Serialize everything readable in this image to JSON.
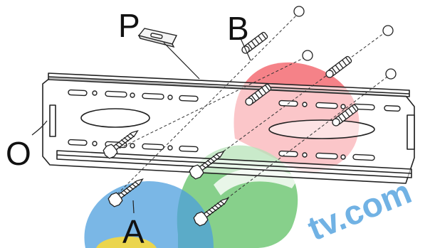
{
  "labels": {
    "p": "P",
    "b": "B",
    "o": "O",
    "a": "A"
  },
  "watermark": {
    "text": "tv.com",
    "colors": {
      "red": "#ef3b44",
      "green": "#43b649",
      "blue": "#2f8fd8",
      "yellow": "#f6d21b"
    }
  },
  "colors": {
    "line": "#222222",
    "fill": "#ffffff",
    "bracket_fill": "#f4f4f4"
  }
}
